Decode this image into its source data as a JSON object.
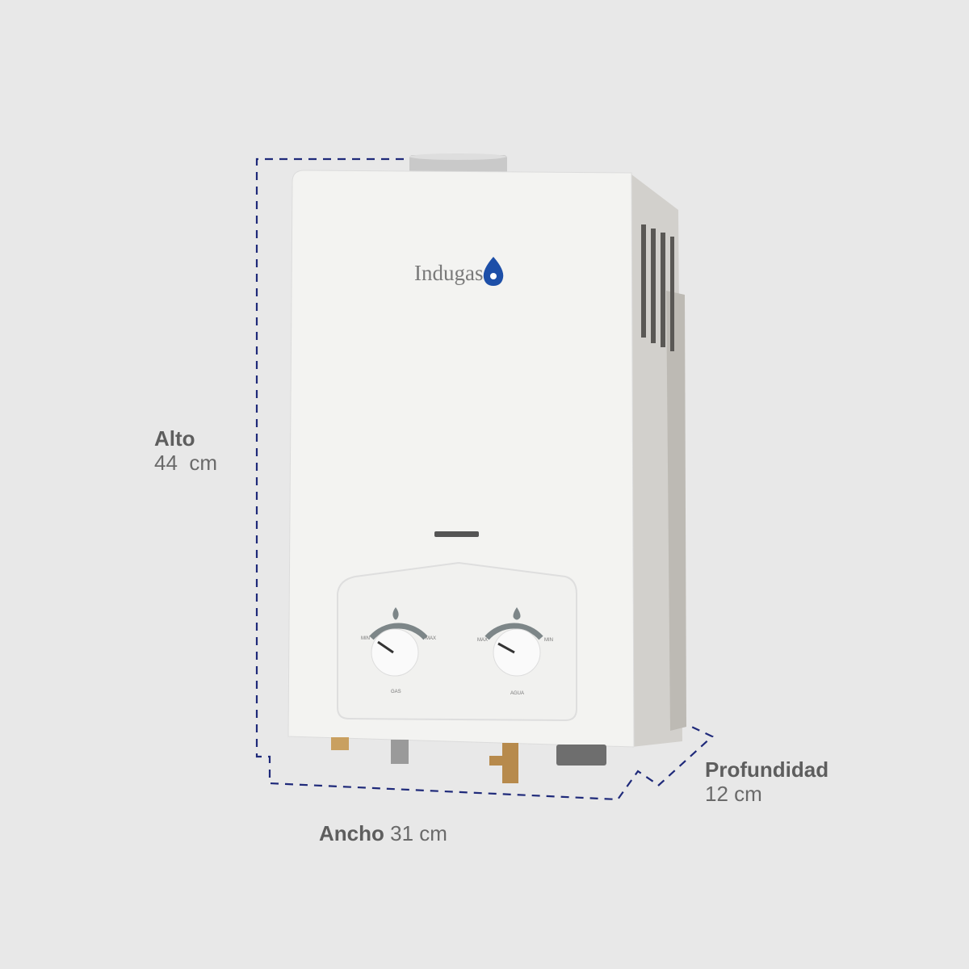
{
  "product": {
    "brand": "Indugas",
    "knobs": [
      {
        "name": "GAS",
        "left_label": "MIN",
        "right_label": "MAX",
        "icon": "flame-icon"
      },
      {
        "name": "AGUA",
        "left_label": "MAX",
        "right_label": "MIN",
        "icon": "water-drop-icon"
      }
    ]
  },
  "dimensions": {
    "height": {
      "label": "Alto",
      "value": "44  cm"
    },
    "depth": {
      "label": "Profundidad",
      "value": "12 cm"
    },
    "width": {
      "label": "Ancho",
      "value": "31 cm"
    }
  },
  "colors": {
    "background": "#e8e8e8",
    "dimension_line": "#1f2a7a",
    "brand_blue": "#1d4fa8"
  }
}
